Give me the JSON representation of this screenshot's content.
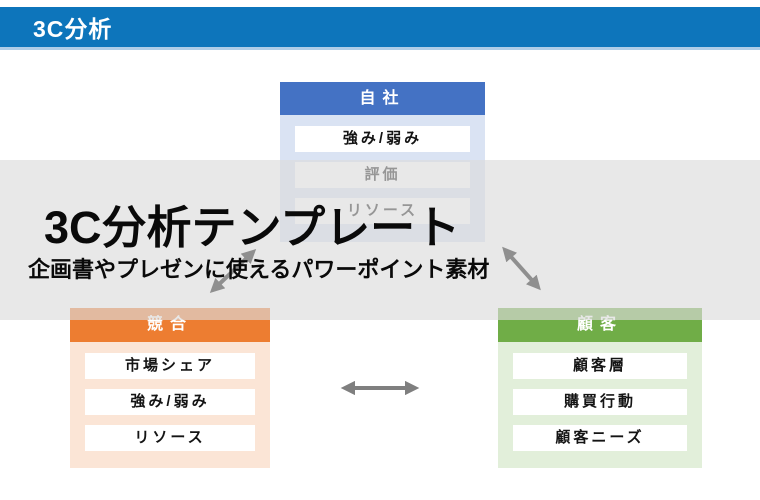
{
  "header": {
    "title": "3C分析"
  },
  "watermark": {
    "title": "3C分析テンプレート",
    "subtitle": "企画書やプレゼンに使えるパワーポイント素材"
  },
  "diagram": {
    "company": {
      "title": "自社",
      "items": [
        "強み/弱み",
        "評価",
        "リソース"
      ]
    },
    "competitor": {
      "title": "競合",
      "items": [
        "市場シェア",
        "強み/弱み",
        "リソース"
      ]
    },
    "customer": {
      "title": "顧客",
      "items": [
        "顧客層",
        "購買行動",
        "顧客ニーズ"
      ]
    },
    "arrows": [
      "company-competitor",
      "company-customer",
      "competitor-customer"
    ]
  },
  "colors": {
    "top_bar": "#0d75bb",
    "top_bar_underline": "#aecde8",
    "company_header": "#4472c4",
    "company_body": "#dae3f3",
    "competitor_header": "#ed7d31",
    "competitor_body": "#fbe5d6",
    "customer_header": "#70ad47",
    "customer_body": "#e2efda",
    "watermark_band": "#dcdcdc",
    "arrow": "#909090",
    "text": "#0a0a0a"
  }
}
